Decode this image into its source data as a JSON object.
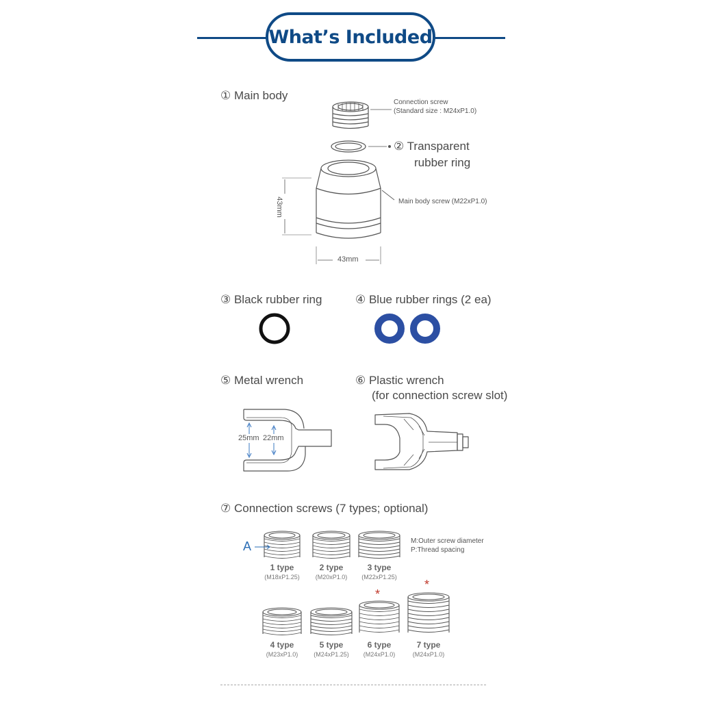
{
  "header": {
    "title": "What’s Included"
  },
  "main_body": {
    "title": "① Main body",
    "connection_screw_label": "Connection screw",
    "connection_screw_size": "(Standard size : M24xP1.0)",
    "ring_title_line1": "② Transparent",
    "ring_title_line2": "rubber ring",
    "body_screw_label": "Main body screw (M22xP1.0)",
    "height_label": "43mm",
    "width_label": "43mm"
  },
  "black_ring": {
    "title": "③ Black rubber ring",
    "color": "#111111"
  },
  "blue_rings": {
    "title": "④ Blue rubber rings (2 ea)",
    "color": "#2c4fa3"
  },
  "metal_wrench": {
    "title": "⑤ Metal wrench",
    "dim_outer": "25mm",
    "dim_inner": "22mm"
  },
  "plastic_wrench": {
    "title_line1": "⑥ Plastic wrench",
    "title_line2": "(for connection screw slot)"
  },
  "connection_screws": {
    "title": "⑦ Connection screws (7 types; optional)",
    "marker": "A",
    "legend_m": "M:Outer screw diameter",
    "legend_p": "P:Thread spacing",
    "star_symbol": "*",
    "types": [
      {
        "name": "1 type",
        "spec": "(M18xP1.25)"
      },
      {
        "name": "2 type",
        "spec": "(M20xP1.0)"
      },
      {
        "name": "3 type",
        "spec": "(M22xP1.25)"
      },
      {
        "name": "4 type",
        "spec": "(M23xP1.0)"
      },
      {
        "name": "5 type",
        "spec": "(M24xP1.25)"
      },
      {
        "name": "6 type",
        "spec": "(M24xP1.0)"
      },
      {
        "name": "7 type",
        "spec": "(M24xP1.0)"
      }
    ]
  },
  "colors": {
    "brand": "#0f4a86",
    "star": "#c0392b",
    "line_art": "#555555"
  }
}
